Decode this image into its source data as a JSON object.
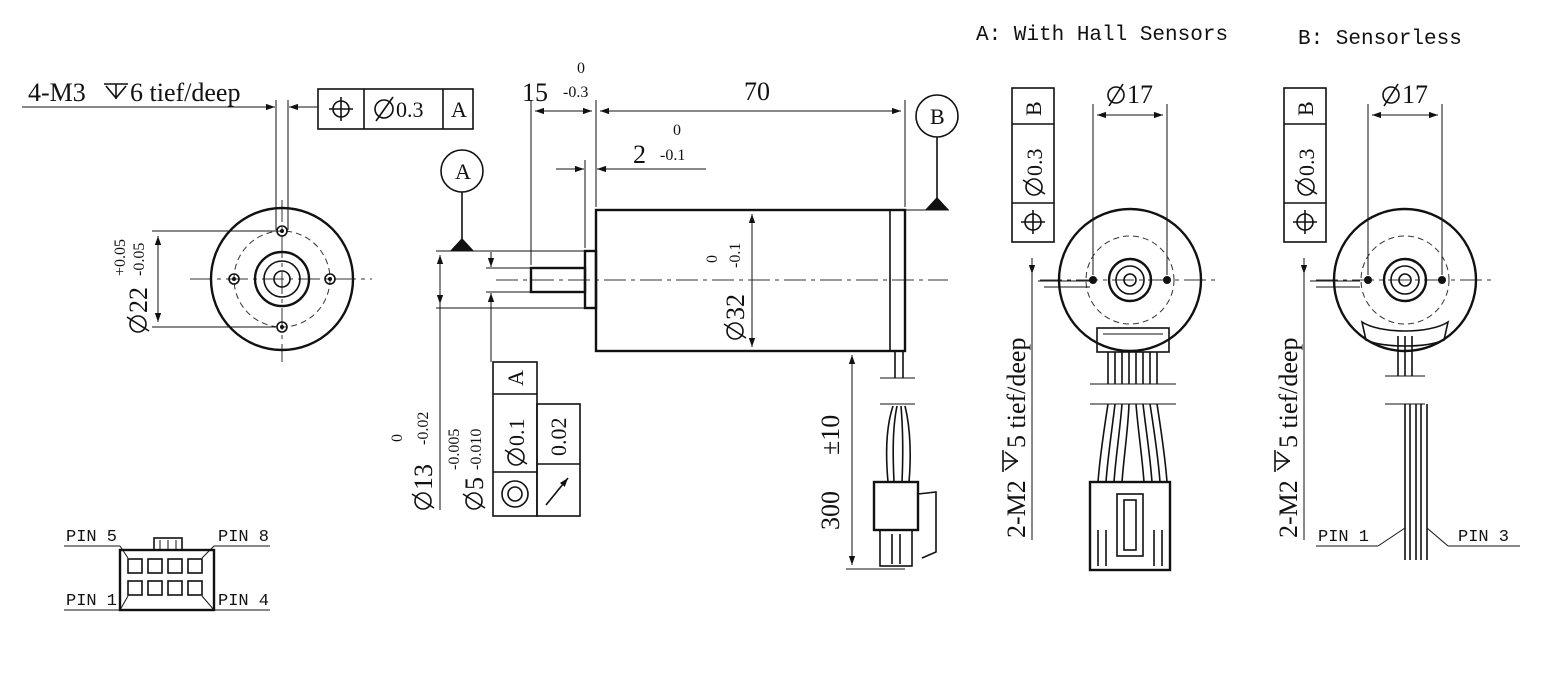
{
  "headers": {
    "hall": "A: With Hall Sensors",
    "sensorless": "B: Sensorless"
  },
  "front_view": {
    "thread": "4-M3",
    "thread_depth": "6 tief/deep",
    "diameter": "22",
    "tol_upper": "+0.05",
    "tol_lower": "-0.05",
    "position_tol": "0.3",
    "datum": "A"
  },
  "side_view": {
    "shaft_len": "15",
    "shaft_len_upper": "0",
    "shaft_len_lower": "-0.3",
    "body_len": "70",
    "flange_len": "2",
    "flange_upper": "0",
    "flange_lower": "-0.1",
    "body_dia": "32",
    "body_dia_upper": "0",
    "body_dia_lower": "-0.1",
    "datum_a": "A",
    "datum_b": "B",
    "pilot_dia": "13",
    "pilot_upper": "0",
    "pilot_lower": "-0.02",
    "shaft_dia": "5",
    "shaft_upper": "-0.005",
    "shaft_lower": "-0.010",
    "concentricity": "0.1",
    "conc_datum": "A",
    "runout": "0.02",
    "lead_len": "300",
    "lead_tol": "±10"
  },
  "hall_view": {
    "bolt_circle": "17",
    "position_tol": "0.3",
    "datum": "B",
    "thread": "2-M2",
    "thread_depth": "5 tief/deep"
  },
  "sensorless_view": {
    "bolt_circle": "17",
    "position_tol": "0.3",
    "datum": "B",
    "thread": "2-M2",
    "thread_depth": "5 tief/deep",
    "pin_left": "PIN 1",
    "pin_right": "PIN 3"
  },
  "connector": {
    "pin_tl": "PIN 5",
    "pin_tr": "PIN 8",
    "pin_bl": "PIN 1",
    "pin_br": "PIN 4"
  }
}
